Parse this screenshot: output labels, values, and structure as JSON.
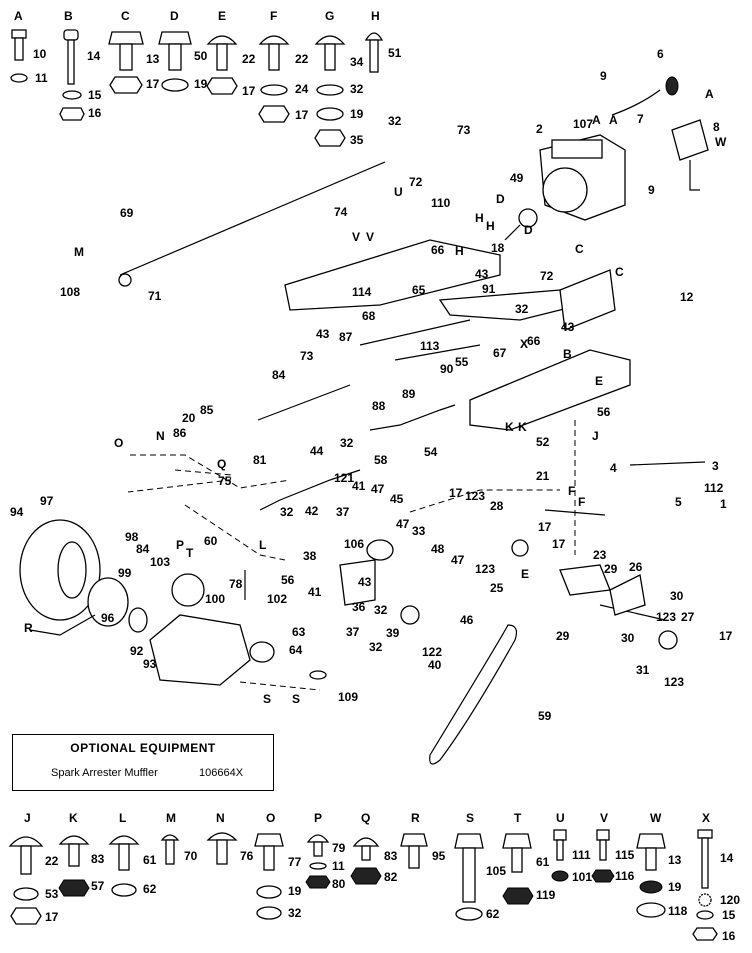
{
  "hardware_top": [
    {
      "letter": "A",
      "parts": [
        "10",
        "11"
      ]
    },
    {
      "letter": "B",
      "parts": [
        "14",
        "15",
        "16"
      ]
    },
    {
      "letter": "C",
      "parts": [
        "13",
        "17"
      ]
    },
    {
      "letter": "D",
      "parts": [
        "50",
        "19"
      ]
    },
    {
      "letter": "E",
      "parts": [
        "22",
        "17"
      ]
    },
    {
      "letter": "F",
      "parts": [
        "22",
        "24",
        "17"
      ]
    },
    {
      "letter": "G",
      "parts": [
        "34",
        "32",
        "19",
        "35"
      ]
    },
    {
      "letter": "H",
      "parts": [
        "51"
      ]
    }
  ],
  "hardware_bottom": [
    {
      "letter": "J",
      "parts": [
        "22",
        "53",
        "17"
      ]
    },
    {
      "letter": "K",
      "parts": [
        "83",
        "57"
      ]
    },
    {
      "letter": "L",
      "parts": [
        "61",
        "62"
      ]
    },
    {
      "letter": "M",
      "parts": [
        "70"
      ]
    },
    {
      "letter": "N",
      "parts": [
        "76"
      ]
    },
    {
      "letter": "O",
      "parts": [
        "77",
        "19",
        "32"
      ]
    },
    {
      "letter": "P",
      "parts": [
        "79",
        "11",
        "80"
      ]
    },
    {
      "letter": "Q",
      "parts": [
        "83",
        "82"
      ]
    },
    {
      "letter": "R",
      "parts": [
        "95"
      ]
    },
    {
      "letter": "S",
      "parts": [
        "105",
        "62"
      ]
    },
    {
      "letter": "T",
      "parts": [
        "61",
        "119"
      ]
    },
    {
      "letter": "U",
      "parts": [
        "111",
        "101"
      ]
    },
    {
      "letter": "V",
      "parts": [
        "115",
        "116"
      ]
    },
    {
      "letter": "W",
      "parts": [
        "13",
        "19",
        "118"
      ]
    },
    {
      "letter": "X",
      "parts": [
        "14",
        "120",
        "15",
        "16"
      ]
    }
  ],
  "callouts": [
    "2",
    "107",
    "6",
    "9",
    "7",
    "8",
    "9",
    "73",
    "32",
    "72",
    "110",
    "49",
    "18",
    "69",
    "74",
    "66",
    "43",
    "91",
    "12",
    "72",
    "108",
    "71",
    "114",
    "65",
    "32",
    "43",
    "66",
    "68",
    "87",
    "43",
    "73",
    "113",
    "67",
    "84",
    "90",
    "55",
    "89",
    "88",
    "85",
    "20",
    "86",
    "81",
    "56",
    "52",
    "54",
    "58",
    "44",
    "32",
    "41",
    "47",
    "75",
    "4",
    "3",
    "112",
    "5",
    "1",
    "121",
    "17",
    "123",
    "28",
    "21",
    "45",
    "97",
    "94",
    "42",
    "37",
    "32",
    "106",
    "47",
    "33",
    "48",
    "47",
    "123",
    "25",
    "17",
    "17",
    "98",
    "84",
    "103",
    "60",
    "38",
    "36",
    "41",
    "43",
    "32",
    "39",
    "122",
    "40",
    "46",
    "23",
    "29",
    "26",
    "30",
    "99",
    "78",
    "100",
    "56",
    "102",
    "37",
    "32",
    "96",
    "92",
    "93",
    "63",
    "64",
    "109",
    "59",
    "29",
    "30",
    "123",
    "27",
    "17",
    "31",
    "123"
  ],
  "ref_letters": [
    "A",
    "A",
    "A",
    "W",
    "C",
    "C",
    "D",
    "D",
    "H",
    "H",
    "H",
    "U",
    "V",
    "V",
    "M",
    "B",
    "E",
    "K",
    "K",
    "J",
    "N",
    "O",
    "Q",
    "P",
    "T",
    "L",
    "F",
    "F",
    "E",
    "R",
    "S",
    "S",
    "X"
  ],
  "optional_equipment": {
    "title": "OPTIONAL EQUIPMENT",
    "item": "Spark Arrester Muffler",
    "part_number": "106664X"
  }
}
